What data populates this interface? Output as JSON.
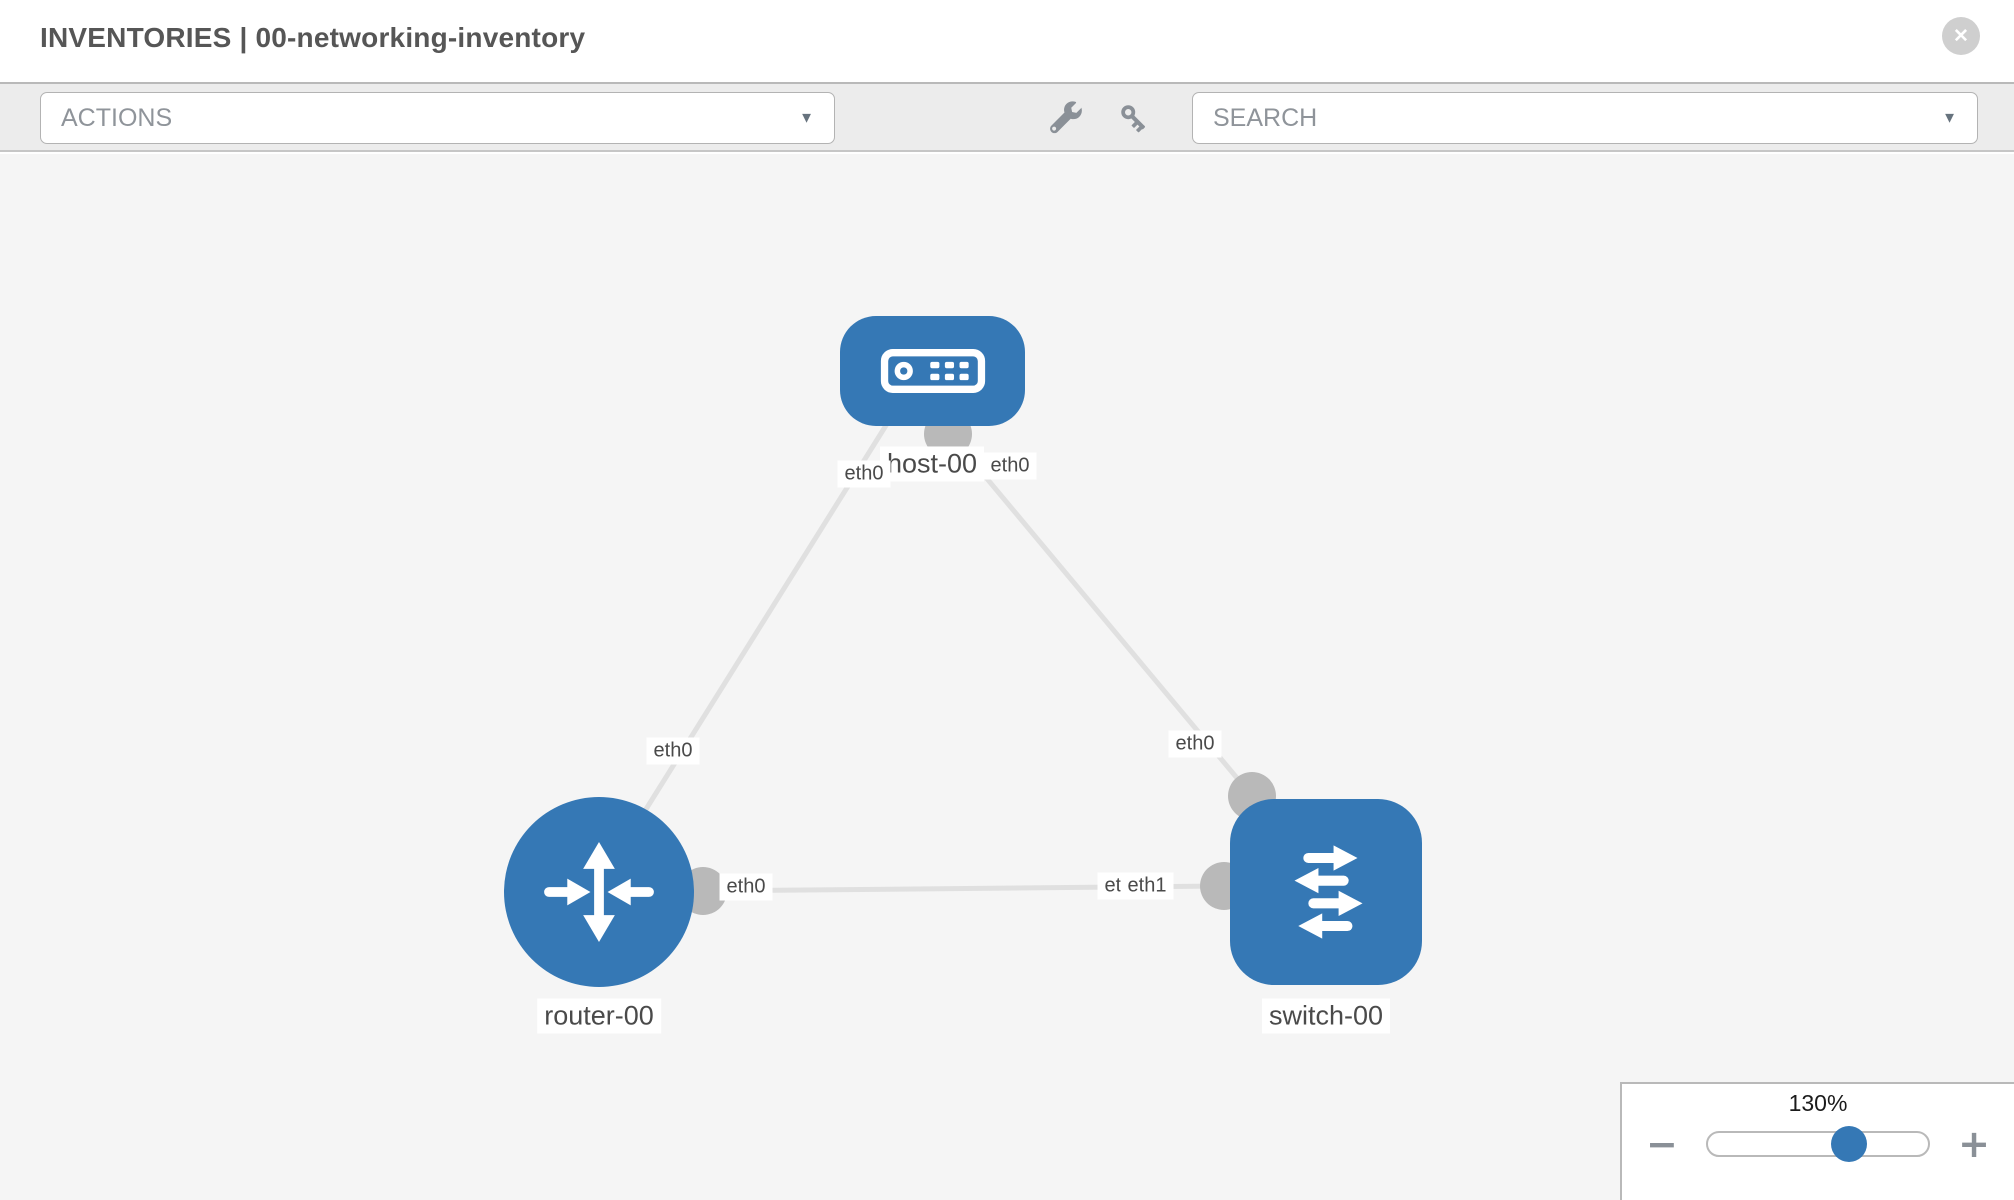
{
  "window": {
    "title": "INVENTORIES | 00-networking-inventory",
    "close_icon": "✕"
  },
  "toolbar": {
    "actions_placeholder": "ACTIONS",
    "search_placeholder": "SEARCH",
    "caret_icon": "▼"
  },
  "topology": {
    "nodes": [
      {
        "name": "host-00",
        "type": "host"
      },
      {
        "name": "router-00",
        "type": "router"
      },
      {
        "name": "switch-00",
        "type": "switch"
      }
    ],
    "links": [
      {
        "from": "host-00",
        "to": "router-00",
        "from_interface": "eth0",
        "to_interface": "eth0"
      },
      {
        "from": "host-00",
        "to": "switch-00",
        "from_interface": "eth0",
        "to_interface": "eth0"
      },
      {
        "from": "router-00",
        "to": "switch-00",
        "from_interface": "eth0",
        "to_interface": "eth1"
      }
    ],
    "interface_labels": {
      "host_to_router_at_host": "eth0",
      "host_to_router_at_router": "eth0",
      "host_to_switch_at_host": "eth0",
      "host_to_switch_at_switch": "eth0",
      "router_to_switch_at_router": "eth0",
      "router_to_switch_at_switch_under": "eth0",
      "router_to_switch_at_switch_over": "eth1"
    }
  },
  "zoom_control": {
    "level": "130%",
    "minus_icon": "−",
    "plus_icon": "+"
  },
  "colors": {
    "node_blue": "#3578b5",
    "link_gray": "#e0e0e0",
    "connector_gray": "#b9b9b9",
    "toolbar_gray": "#ececec",
    "canvas_gray": "#f5f5f5"
  }
}
